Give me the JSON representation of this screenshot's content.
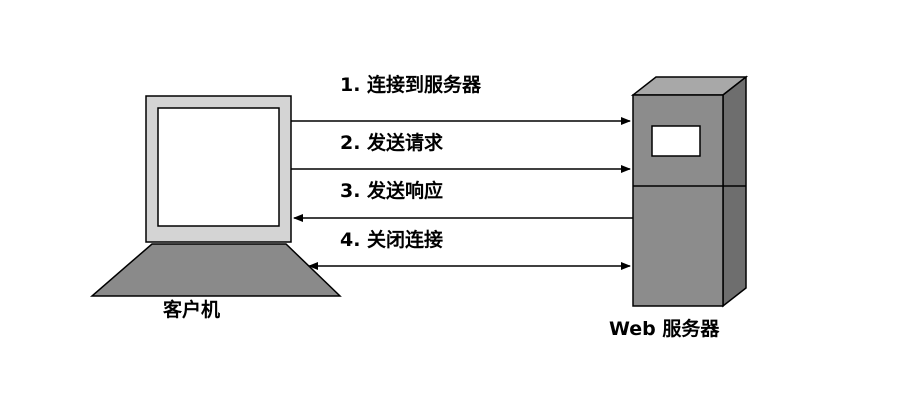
{
  "steps": [
    {
      "label": "1. 连接到服务器",
      "direction": "to-server"
    },
    {
      "label": "2. 发送请求",
      "direction": "to-server"
    },
    {
      "label": "3. 发送响应",
      "direction": "to-client"
    },
    {
      "label": "4. 关闭连接",
      "direction": "both"
    }
  ],
  "client": {
    "label": "客户机"
  },
  "server": {
    "label": "Web 服务器"
  },
  "colors": {
    "monitor_frame": "#d4d4d4",
    "monitor_screen": "#ffffff",
    "keyboard": "#8a8a8a",
    "server_front": "#8c8c8c",
    "server_side": "#6e6e6e",
    "server_top": "#a8a8a8",
    "line": "#000000"
  }
}
